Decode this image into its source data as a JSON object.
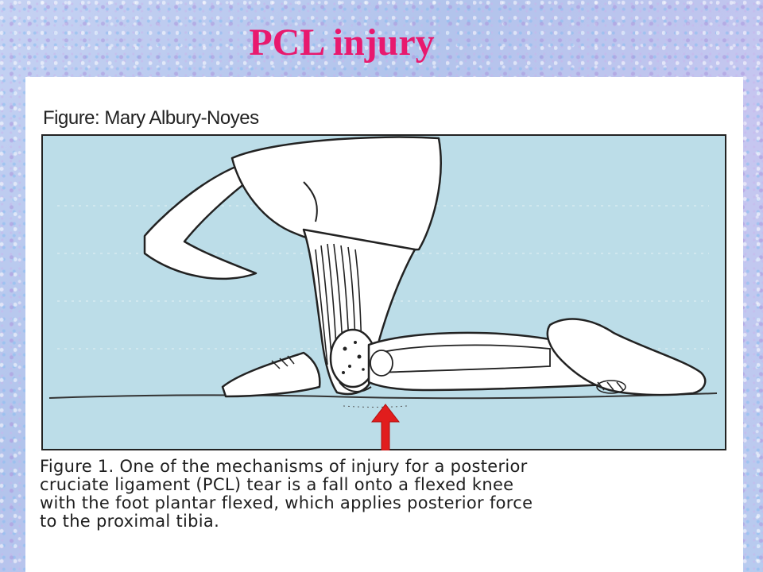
{
  "slide": {
    "title": "PCL injury"
  },
  "figure": {
    "credit": "Figure: Mary Albury-Noyes",
    "caption_lines": [
      "Figure 1. One of the mechanisms of injury for a posterior",
      "cruciate ligament (PCL) tear is a fall onto a flexed knee",
      "with the foot plantar flexed, which applies posterior force",
      "to the proximal tibia."
    ],
    "force_arrow_icon": "up-arrow-icon"
  },
  "colors": {
    "title": "#e8196e",
    "illustration_background": "#bcdde8",
    "arrow": "#e11d1d",
    "panel": "#ffffff"
  }
}
